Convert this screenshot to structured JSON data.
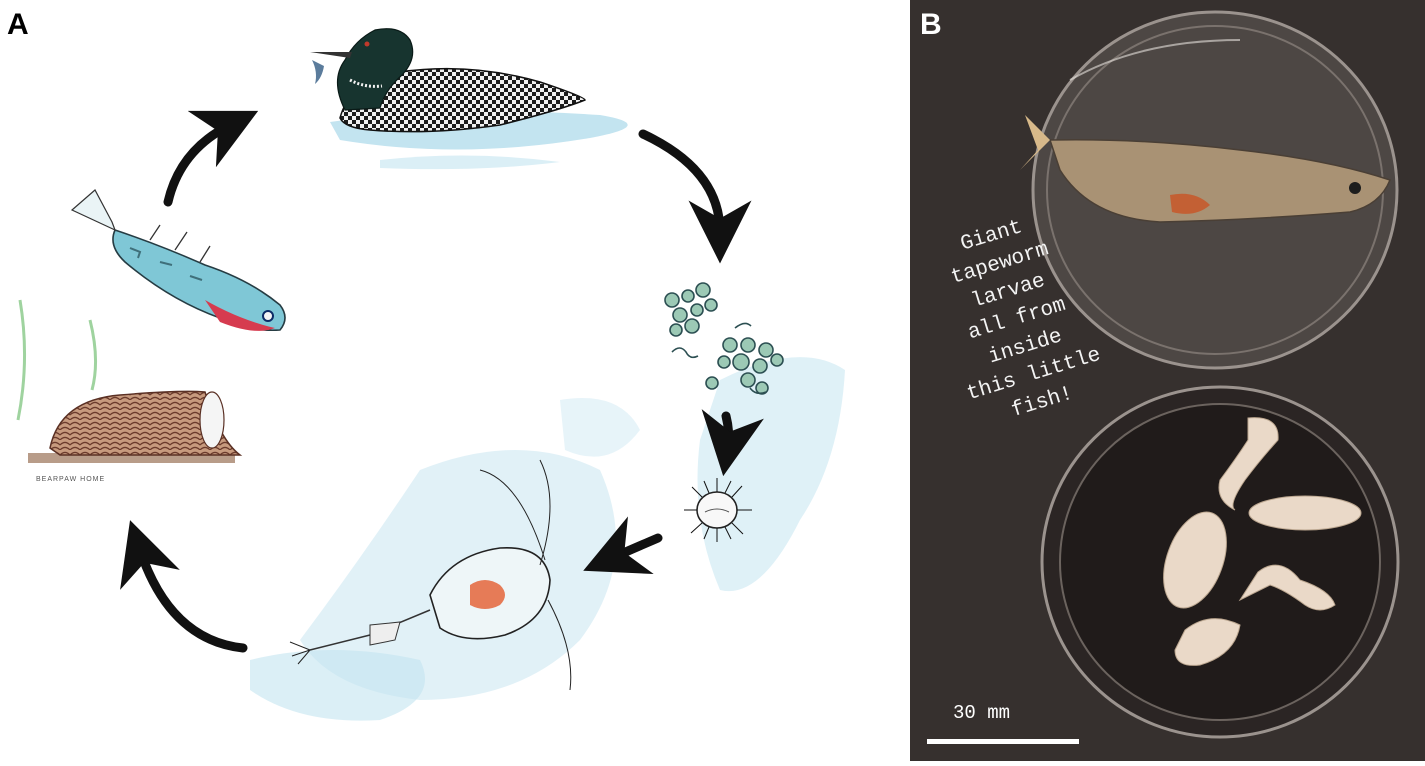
{
  "panels": {
    "a": {
      "letter": "A",
      "handwritten_note": "BEARPAW HOME",
      "stages": [
        "loon-bird",
        "tapeworm-eggs",
        "coracidium-larva",
        "copepod",
        "stickleback-fish",
        "stickleback-nest"
      ]
    },
    "b": {
      "letter": "B",
      "caption": "Giant\ntapeworm\nlarvae\nall from\ninside\nthis little\nfish!",
      "scale_label": "30 mm"
    }
  },
  "colors": {
    "water": "#a9d8ea",
    "arrow": "#111111",
    "loon_head": "#17342f",
    "fish_body": "#7fc7d6",
    "fish_belly": "#d63b4f",
    "photo_bg": "#3b3633",
    "larva": "#ead9c8"
  }
}
